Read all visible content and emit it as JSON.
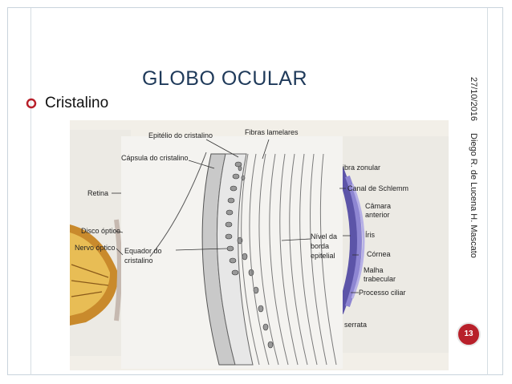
{
  "slide": {
    "title": "GLOBO OCULAR",
    "bullet": "Cristalino",
    "date": "27/10/2016",
    "author": "Diego R. de Lucena H. Mascato",
    "page_number": "13"
  },
  "figure": {
    "labels": {
      "retina": "Retina",
      "disco_optico": "Disco óptico",
      "nervo_optico": "Nervo óptico",
      "epitelio": "Epitélio do cristalino",
      "fibras": "Fibras lamelares",
      "capsula": "Cápsula do cristalino",
      "equador_1": "Equador do",
      "equador_2": "cristalino",
      "nivel_1": "Nível da",
      "nivel_2": "borda",
      "nivel_3": "epitelial",
      "fibra_zonular": "ibra zonular",
      "canal": "Canal de Schlemm",
      "camara_1": "Câmara",
      "camara_2": "anterior",
      "iris": "Íris",
      "cornea": "Córnea",
      "malha_1": "Malha",
      "malha_2": "trabecular",
      "processo": "Processo ciliar",
      "serrata": "serrata"
    },
    "colors": {
      "photo_bg": "#f2efe8",
      "inset_bg": "#eceae4",
      "purple": "#6b63b8",
      "optic_nerve": "#d9a52f"
    }
  }
}
